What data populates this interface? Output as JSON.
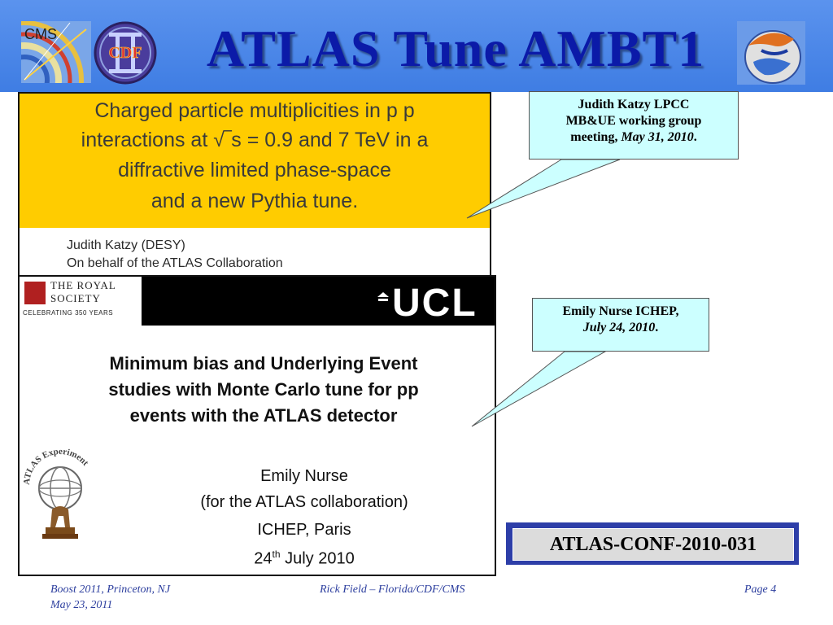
{
  "header": {
    "title": "ATLAS Tune AMBT1",
    "logo_cms_text": "CMS",
    "logo_cdf_text": "CDF",
    "bg_color": "#4a86e8",
    "title_color": "#0b1aa8"
  },
  "slide1": {
    "title_lines": [
      "Charged particle multiplicities in p p",
      "interactions at √‾s = 0.9 and 7 TeV in a",
      "diffractive limited phase-space",
      "and a new Pythia tune."
    ],
    "author": "Judith Katzy (DESY)",
    "affiliation": "On behalf of the ATLAS Collaboration",
    "band_color": "#ffcc00"
  },
  "slide2": {
    "royal_society_line1": "THE ROYAL",
    "royal_society_line2": "SOCIETY",
    "royal_society_line3": "CELEBRATING 350 YEARS",
    "ucl_text": "UCL",
    "title_lines": [
      "Minimum bias and Underlying Event",
      "studies with Monte Carlo tune for pp",
      "events with the ATLAS detector"
    ],
    "atlas_logo_text": "ATLAS Experiment",
    "speaker": "Emily Nurse",
    "collab": "(for the ATLAS collaboration)",
    "venue": "ICHEP, Paris",
    "date_day": "24",
    "date_sup": "th",
    "date_rest": " July 2010"
  },
  "callout1": {
    "line1": "Judith Katzy LPCC",
    "line2": "MB&UE working group",
    "line3_prefix": "meeting, ",
    "line3_date": "May 31, 2010",
    "line3_suffix": "."
  },
  "callout2": {
    "line1": "Emily Nurse ICHEP,",
    "line2_date": "July 24, 2010",
    "line2_suffix": "."
  },
  "conf_label": "ATLAS-CONF-2010-031",
  "footer": {
    "left_line1": "Boost 2011, Princeton, NJ",
    "left_line2": "May 23, 2011",
    "center": "Rick Field – Florida/CDF/CMS",
    "right": "Page 4"
  }
}
